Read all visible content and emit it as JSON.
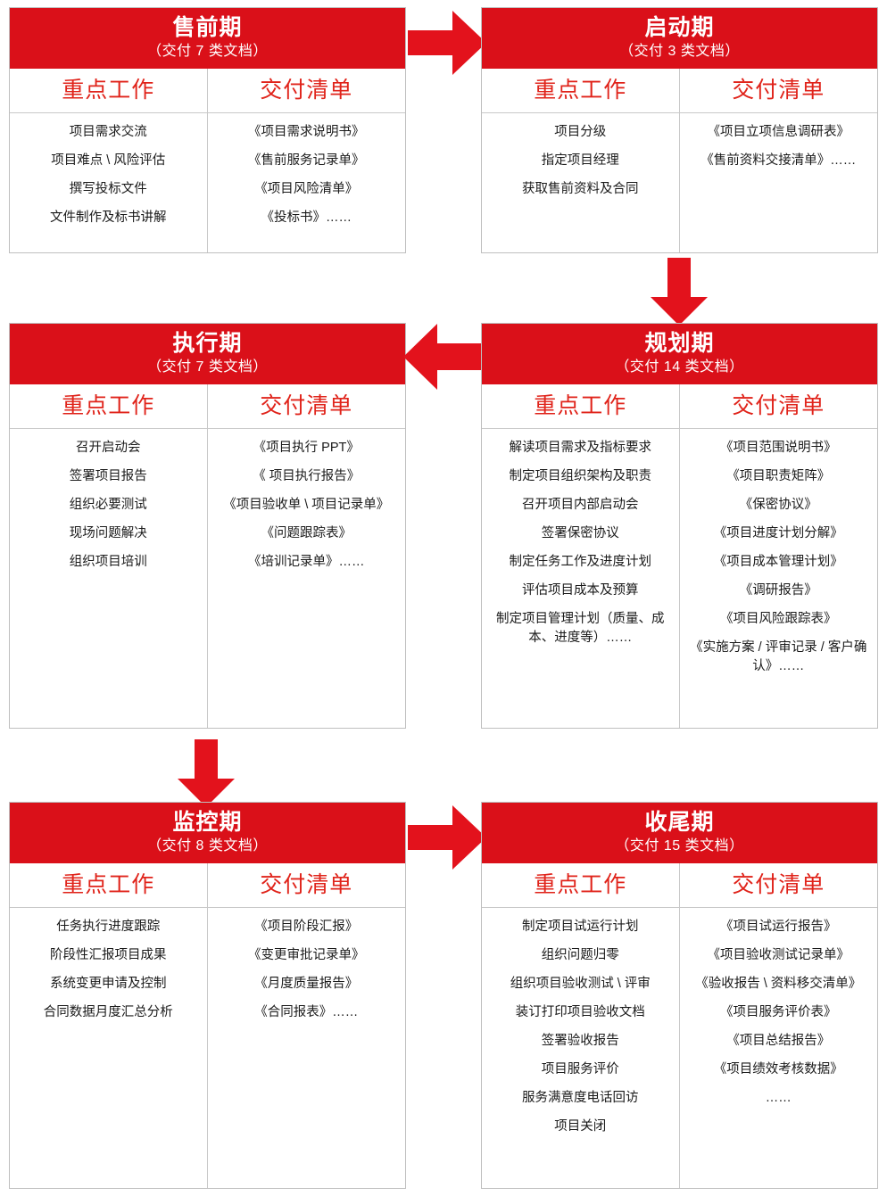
{
  "theme": {
    "header_red": "#da1019",
    "accent_red": "#e0231a",
    "arrow_red": "#e3121c",
    "border_gray": "#bfbfbf",
    "text_dark": "#1a1a1a"
  },
  "column_headers": {
    "key_work": "重点工作",
    "deliverables": "交付清单"
  },
  "phases": [
    {
      "id": "presales",
      "title": "售前期",
      "subtitle": "（交付 7 类文档）",
      "key_work": [
        "项目需求交流",
        "项目难点 \\ 风险评估",
        "撰写投标文件",
        "文件制作及标书讲解"
      ],
      "deliverables": [
        "《项目需求说明书》",
        "《售前服务记录单》",
        "《项目风险清单》",
        "《投标书》……"
      ]
    },
    {
      "id": "initiation",
      "title": "启动期",
      "subtitle": "（交付 3 类文档）",
      "key_work": [
        "项目分级",
        "指定项目经理",
        "获取售前资料及合同"
      ],
      "deliverables": [
        "《项目立项信息调研表》",
        "《售前资料交接清单》……"
      ]
    },
    {
      "id": "execution",
      "title": "执行期",
      "subtitle": "（交付 7 类文档）",
      "key_work": [
        "召开启动会",
        "签署项目报告",
        "组织必要测试",
        "现场问题解决",
        "组织项目培训"
      ],
      "deliverables": [
        "《项目执行 PPT》",
        "《 项目执行报告》",
        "《项目验收单 \\ 项目记录单》",
        "《问题跟踪表》",
        "《培训记录单》……"
      ]
    },
    {
      "id": "planning",
      "title": "规划期",
      "subtitle": "（交付 14 类文档）",
      "key_work": [
        "解读项目需求及指标要求",
        "制定项目组织架构及职责",
        "召开项目内部启动会",
        "签署保密协议",
        "制定任务工作及进度计划",
        "评估项目成本及预算",
        "制定项目管理计划（质量、成本、进度等）……"
      ],
      "deliverables": [
        "《项目范围说明书》",
        "《项目职责矩阵》",
        "《保密协议》",
        "《项目进度计划分解》",
        "《项目成本管理计划》",
        "《调研报告》",
        "《项目风险跟踪表》",
        "《实施方案 / 评审记录 / 客户确认》……"
      ]
    },
    {
      "id": "monitoring",
      "title": "监控期",
      "subtitle": "（交付 8 类文档）",
      "key_work": [
        "任务执行进度跟踪",
        "阶段性汇报项目成果",
        "系统变更申请及控制",
        "合同数据月度汇总分析"
      ],
      "deliverables": [
        "《项目阶段汇报》",
        "《变更审批记录单》",
        "《月度质量报告》",
        "《合同报表》……"
      ]
    },
    {
      "id": "closing",
      "title": "收尾期",
      "subtitle": "（交付 15 类文档）",
      "key_work": [
        "制定项目试运行计划",
        "组织问题归零",
        "组织项目验收测试 \\ 评审",
        "装订打印项目验收文档",
        "签署验收报告",
        "项目服务评价",
        "服务满意度电话回访",
        "项目关闭"
      ],
      "deliverables": [
        "《项目试运行报告》",
        "《项目验收测试记录单》",
        "《验收报告 \\ 资料移交清单》",
        "《项目服务评价表》",
        "《项目总结报告》",
        "《项目绩效考核数据》",
        "……"
      ]
    }
  ],
  "arrows": [
    {
      "id": "presales-to-initiation",
      "direction": "right"
    },
    {
      "id": "initiation-to-planning",
      "direction": "down"
    },
    {
      "id": "planning-to-execution",
      "direction": "left"
    },
    {
      "id": "execution-to-monitoring",
      "direction": "down"
    },
    {
      "id": "monitoring-to-closing",
      "direction": "right"
    }
  ]
}
